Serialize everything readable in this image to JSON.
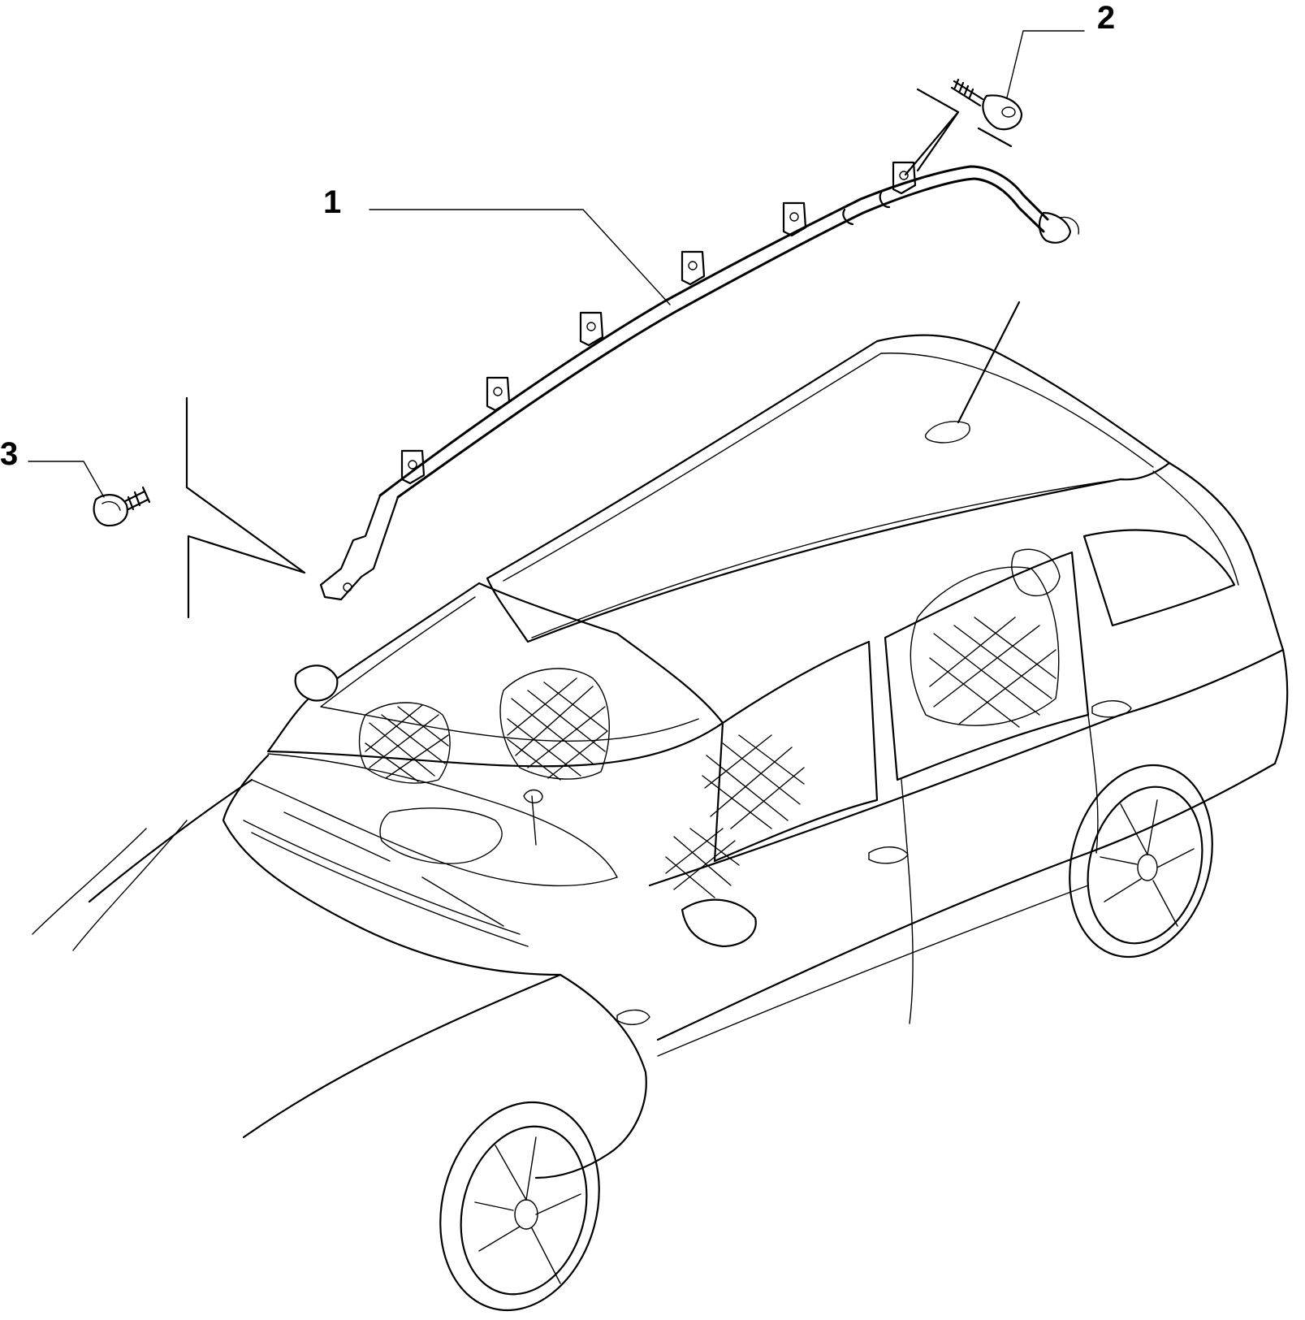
{
  "colors": {
    "line": "#000000",
    "background": "#ffffff"
  },
  "callouts": [
    {
      "number": "1",
      "part": "curtain-airbag"
    },
    {
      "number": "2",
      "part": "self-tapping-screw"
    },
    {
      "number": "3",
      "part": "flange-bolt"
    }
  ]
}
